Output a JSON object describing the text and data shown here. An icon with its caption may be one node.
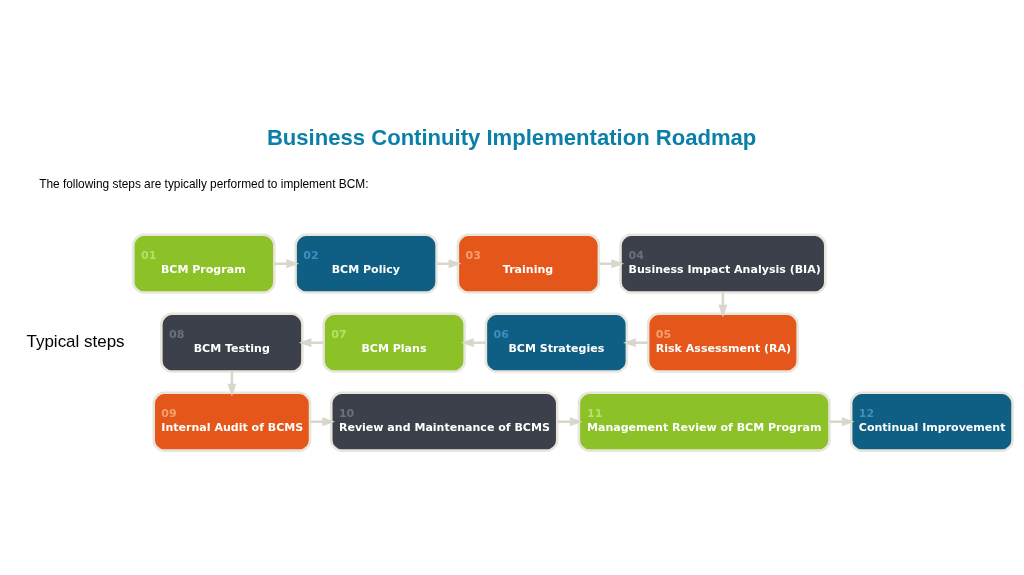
{
  "diagram": {
    "title": "Business Continuity Implementation Roadmap",
    "nodes": [
      {
        "text": [
          "01",
          "BCM Program"
        ]
      },
      {
        "text": [
          "02",
          "BCM Policy"
        ]
      },
      {
        "text": [
          "03",
          "Training"
        ]
      },
      {
        "text": [
          "04",
          "Business Impact Analysis (BIA)"
        ]
      },
      {
        "text": [
          "05",
          "Risk Assessment (RA)"
        ]
      },
      {
        "text": [
          "06",
          "BCM Strategies"
        ]
      },
      {
        "text": [
          "07",
          "BCM Plans"
        ]
      },
      {
        "text": [
          "08",
          "BCM Testing"
        ]
      },
      {
        "text": [
          "09",
          "Internal Audit of BCMS"
        ]
      },
      {
        "text": [
          "10",
          "Review and Maintenance of BCMS"
        ]
      },
      {
        "text": [
          "11",
          "Management Review of BCM Program"
        ]
      },
      {
        "text": [
          "12",
          "Continual Improvement"
        ]
      }
    ],
    "edges": [
      {
        "from": 0,
        "to": 1,
        "arrow": "to"
      },
      {
        "from": 1,
        "to": 2,
        "arrow": "to"
      },
      {
        "from": 2,
        "to": 3,
        "arrow": "to"
      },
      {
        "from": 3,
        "to": 4,
        "arrow": "to"
      },
      {
        "from": 4,
        "to": 5,
        "arrow": "to"
      },
      {
        "from": 5,
        "to": 6,
        "arrow": "to"
      },
      {
        "from": 6,
        "to": 7,
        "arrow": "to"
      },
      {
        "from": 7,
        "to": 8,
        "arrow": "to"
      },
      {
        "from": 8,
        "to": 9,
        "arrow": "to"
      },
      {
        "from": 9,
        "to": 10,
        "arrow": "to"
      },
      {
        "from": 10,
        "to": 11,
        "arrow": "to"
      }
    ],
    "labels": [
      "Typical steps",
      "The following steps are typically performed to implement BCM:"
    ]
  }
}
